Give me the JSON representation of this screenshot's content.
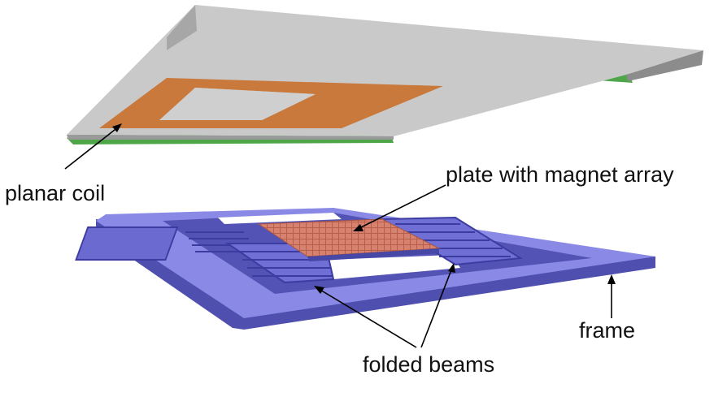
{
  "labels": {
    "planar_coil": "planar coil",
    "plate_with_magnet_array": "plate with magnet array",
    "folded_beams": "folded beams",
    "frame": "frame"
  },
  "colors": {
    "pcb_top": "#c6c6c6",
    "pcb_edge": "#8f8f8f",
    "green_layer": "#4fa34a",
    "coil": "#c97a3e",
    "frame_top": "#8c8ce8",
    "frame_side": "#5151b6",
    "magnet": "#d98373"
  }
}
